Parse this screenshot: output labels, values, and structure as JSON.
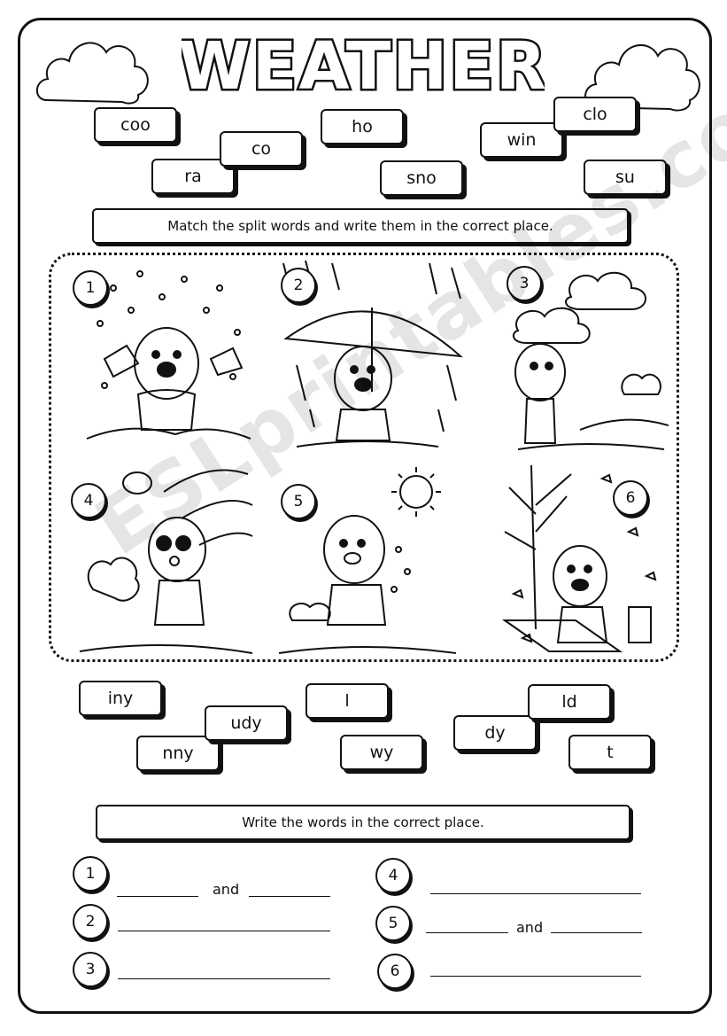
{
  "title": "WEATHER",
  "top_fragments": [
    "coo",
    "co",
    "ra",
    "ho",
    "sno",
    "win",
    "clo",
    "su"
  ],
  "instruction_1": "Match the split words and write them in the correct place.",
  "picture_numbers": [
    "1",
    "2",
    "3",
    "4",
    "5",
    "6"
  ],
  "bottom_fragments": [
    "iny",
    "udy",
    "nny",
    "l",
    "wy",
    "dy",
    "ld",
    "t"
  ],
  "instruction_2": "Write the words in the correct place.",
  "answer_numbers": [
    "1",
    "2",
    "3",
    "4",
    "5",
    "6"
  ],
  "and_word": "and",
  "watermark": "ESLprintables.com"
}
